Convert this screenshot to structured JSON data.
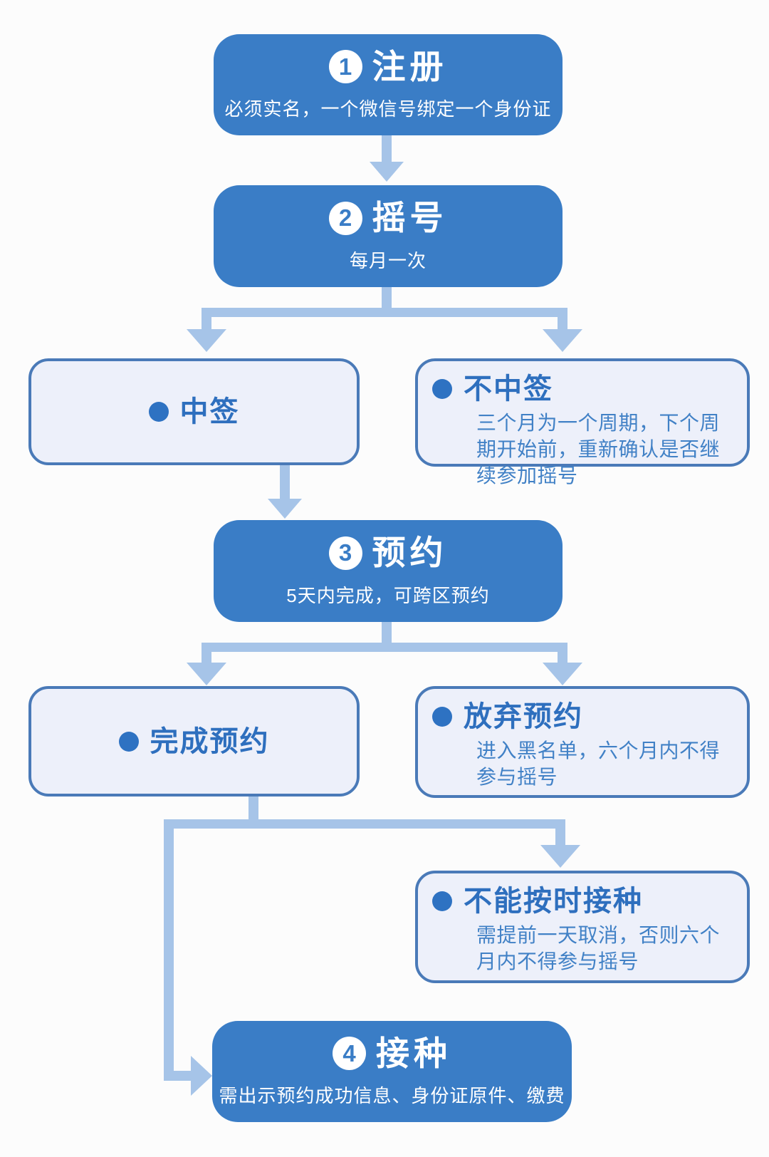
{
  "palette": {
    "step_blue": "#3a7dc6",
    "outcome_fill": "#edf0fa",
    "outcome_border": "#4a7ab8",
    "connector": "#a6c4e8",
    "outcome_title_text": "#2e6fbe",
    "outcome_sub_text": "#4181c6",
    "step_text": "#ffffff"
  },
  "steps": {
    "register": {
      "num": "1",
      "title": "注册",
      "subtitle": "必须实名，一个微信号绑定一个身份证"
    },
    "lottery": {
      "num": "2",
      "title": "摇号",
      "subtitle": "每月一次"
    },
    "win": {
      "title": "中签"
    },
    "lose": {
      "title": "不中签",
      "subtitle": "三个月为一个周期，下个周期开始前，重新确认是否继续参加摇号"
    },
    "reserve": {
      "num": "3",
      "title": "预约",
      "subtitle": "5天内完成，可跨区预约"
    },
    "complete": {
      "title": "完成预约"
    },
    "abandon": {
      "title": "放弃预约",
      "subtitle": "进入黑名单，六个月内不得参与摇号"
    },
    "late": {
      "title": "不能按时接种",
      "subtitle": "需提前一天取消，否则六个月内不得参与摇号"
    },
    "vaccinate": {
      "num": "4",
      "title": "接种",
      "subtitle": "需出示预约成功信息、身份证原件、缴费"
    }
  }
}
